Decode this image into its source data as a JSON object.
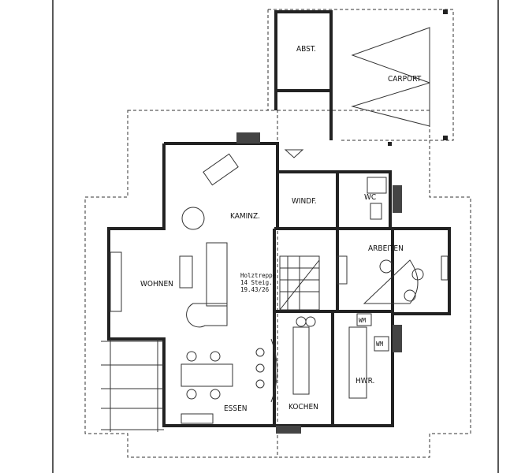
{
  "rooms": {
    "abst": "ABST.",
    "carport": "CARPORT",
    "windf": "WINDF.",
    "wc": "WC",
    "kaminz": "KAMINZ.",
    "arbeiten": "ARBEITEN",
    "wohnen": "WOHNEN",
    "essen": "ESSEN",
    "kochen": "KOCHEN",
    "hwr": "HWR."
  },
  "stair": {
    "line1": "Holztreppe",
    "line2": "14 Steig.",
    "line3": "19.43/26"
  },
  "appliances": {
    "wm1": "WM",
    "wm2": "WM"
  }
}
